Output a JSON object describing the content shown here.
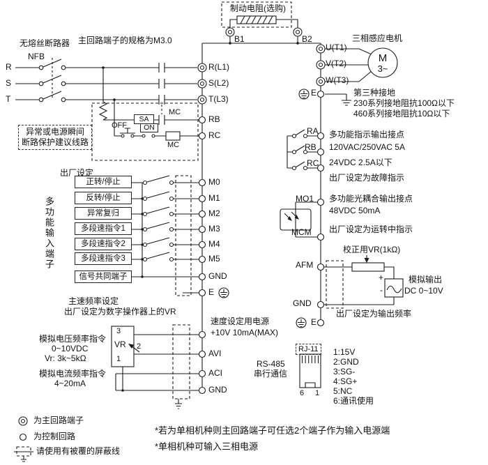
{
  "top": {
    "brake_resistor": "制动电阻(选购)",
    "b1": "B1",
    "b2": "B2"
  },
  "input_power": {
    "breaker_name": "无熔丝断路器",
    "breaker_abbr": "NFB",
    "terminal_spec": "主回路端子的规格为M3.0",
    "phase_r": "R",
    "phase_s": "S",
    "phase_t": "T",
    "term_r": "R(L1)",
    "term_s": "S(L2)",
    "term_t": "T(L3)"
  },
  "protection": {
    "note_line1": "异常或电源瞬间",
    "note_line2": "断路保护建议线路",
    "sa": "SA",
    "mc_contact": "MC",
    "off": "OFF",
    "on": "ON",
    "mc_coil": "MC",
    "term_rb": "RB",
    "term_rc": "RC"
  },
  "motor": {
    "name": "三相感应电机",
    "m": "M",
    "phases": "3~",
    "term_u": "U(T1)",
    "term_v": "V(T2)",
    "term_w": "W(T3)",
    "term_e": "E",
    "ground_type": "第三种接地",
    "ground_230": "230系列接地阻抗100Ω以下",
    "ground_460": "460系列接地阻抗10Ω以下"
  },
  "relay_output": {
    "ra": "RA",
    "rb": "RB",
    "rc": "RC",
    "desc": "多功能指示输出接点",
    "rating_ac": "120VAC/250VAC 5A",
    "rating_dc": "24VDC 2.5A以下",
    "default": "出厂设定为故障指示"
  },
  "photo_output": {
    "mo1": "MO1",
    "mcm": "MCM",
    "desc": "多功能光耦合输出接点",
    "rating": "48VDC 50mA",
    "default": "出厂设定为运转中指示"
  },
  "analog_output": {
    "afm": "AFM",
    "gnd": "GND",
    "e": "E",
    "vr_label": "校正用VR(1kΩ)",
    "out_name": "模拟输出",
    "out_range": "DC 0~10V",
    "plus": "+",
    "minus": "-",
    "default": "出厂设定为输出频率"
  },
  "digital_inputs": {
    "factory": "出厂设定",
    "group": "多功能输入端子",
    "e": "E",
    "rows": [
      {
        "label": "正转/停止",
        "terminal": "M0"
      },
      {
        "label": "反转/停止",
        "terminal": "M1"
      },
      {
        "label": "异常复归",
        "terminal": "M2"
      },
      {
        "label": "多段速指令1",
        "terminal": "M3"
      },
      {
        "label": "多段速指令2",
        "terminal": "M4"
      },
      {
        "label": "多段速指令3",
        "terminal": "M5"
      },
      {
        "label": "信号共同端子",
        "terminal": "GND"
      }
    ]
  },
  "analog_inputs": {
    "main_freq_title": "主速频率设定",
    "main_freq_default": "出厂设定为数字操作器上的VR",
    "supply_name": "速度设定用电源",
    "supply_rating": "+10V 10mA(MAX)",
    "voltage_name": "模拟电压频率指令",
    "voltage_range": "0~10VDC",
    "voltage_vr": "Vr: 3k~5kΩ",
    "vr": "VR",
    "pin3": "3",
    "pin2": "2",
    "pin1": "1",
    "avi": "AVI",
    "current_name": "模拟电流频率指令",
    "current_range": "4~20mA",
    "aci": "ACI",
    "gnd": "GND"
  },
  "comm": {
    "name1": "RS-485",
    "name2": "串行通信",
    "connector": "RJ-11",
    "pin6": "6",
    "pin1": "1",
    "pins": [
      "1:15V",
      "2:GND",
      "3:SG-",
      "4:SG+",
      "5:NC",
      "6:通讯使用"
    ]
  },
  "legend": {
    "main_circuit": "为主回路端子",
    "control_circuit": "为控制回路",
    "shield": "请使用有被覆的屏蔽线"
  },
  "notes": {
    "n1": "*若为单相机种则主回路端子可任选2个端子作为输入电源端",
    "n2": "*单相机种可输入三相电源"
  }
}
